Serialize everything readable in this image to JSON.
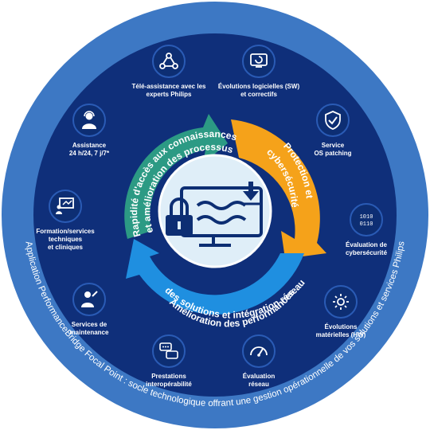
{
  "ring": {
    "outer_text": "Application PerformanceBridge Focal Point : socle technologique offrant une gestion opérationnelle de vos solutions et services  Philips"
  },
  "cycle": {
    "green_text_1": "Rapidité d'accès aux connaissances",
    "green_text_2": "et amélioration des processus",
    "orange_text_1": "Protection et",
    "orange_text_2": "cybersécurité",
    "blue_text_1": "Amélioration des performances",
    "blue_text_2": "des solutions et intégration réseau"
  },
  "services": [
    {
      "icon": "network-share-icon",
      "label": "Télé-assistance avec les\nexperts Philips"
    },
    {
      "icon": "refresh-monitor-icon",
      "label": "Évolutions logicielles (SW)\net correctifs"
    },
    {
      "icon": "shield-check-icon",
      "label": "Service\nOS patching"
    },
    {
      "icon": "binary-code-icon",
      "label": "Évaluation de\ncybersécurité"
    },
    {
      "icon": "gear-refresh-icon",
      "label": "Évolutions\nmatérielles (HW)"
    },
    {
      "icon": "gauge-icon",
      "label": "Évaluation\nréseau"
    },
    {
      "icon": "chat-bubbles-icon",
      "label": "Prestations\ninteropérabilité"
    },
    {
      "icon": "maintenance-person-icon",
      "label": "Services de\nmaintenance"
    },
    {
      "icon": "training-board-icon",
      "label": "Formation/services\ntechniques\net cliniques"
    },
    {
      "icon": "support-person-icon",
      "label": "Assistance\n24 h/24, 7 j/7*"
    }
  ],
  "colors": {
    "outer_ring": "#3d78c4",
    "inner_disc": "#0f2f7a",
    "segment_green": "#2c9a84",
    "segment_orange": "#f5a21a",
    "segment_blue": "#1f8fe0",
    "center_disc": "#dfeef8"
  }
}
